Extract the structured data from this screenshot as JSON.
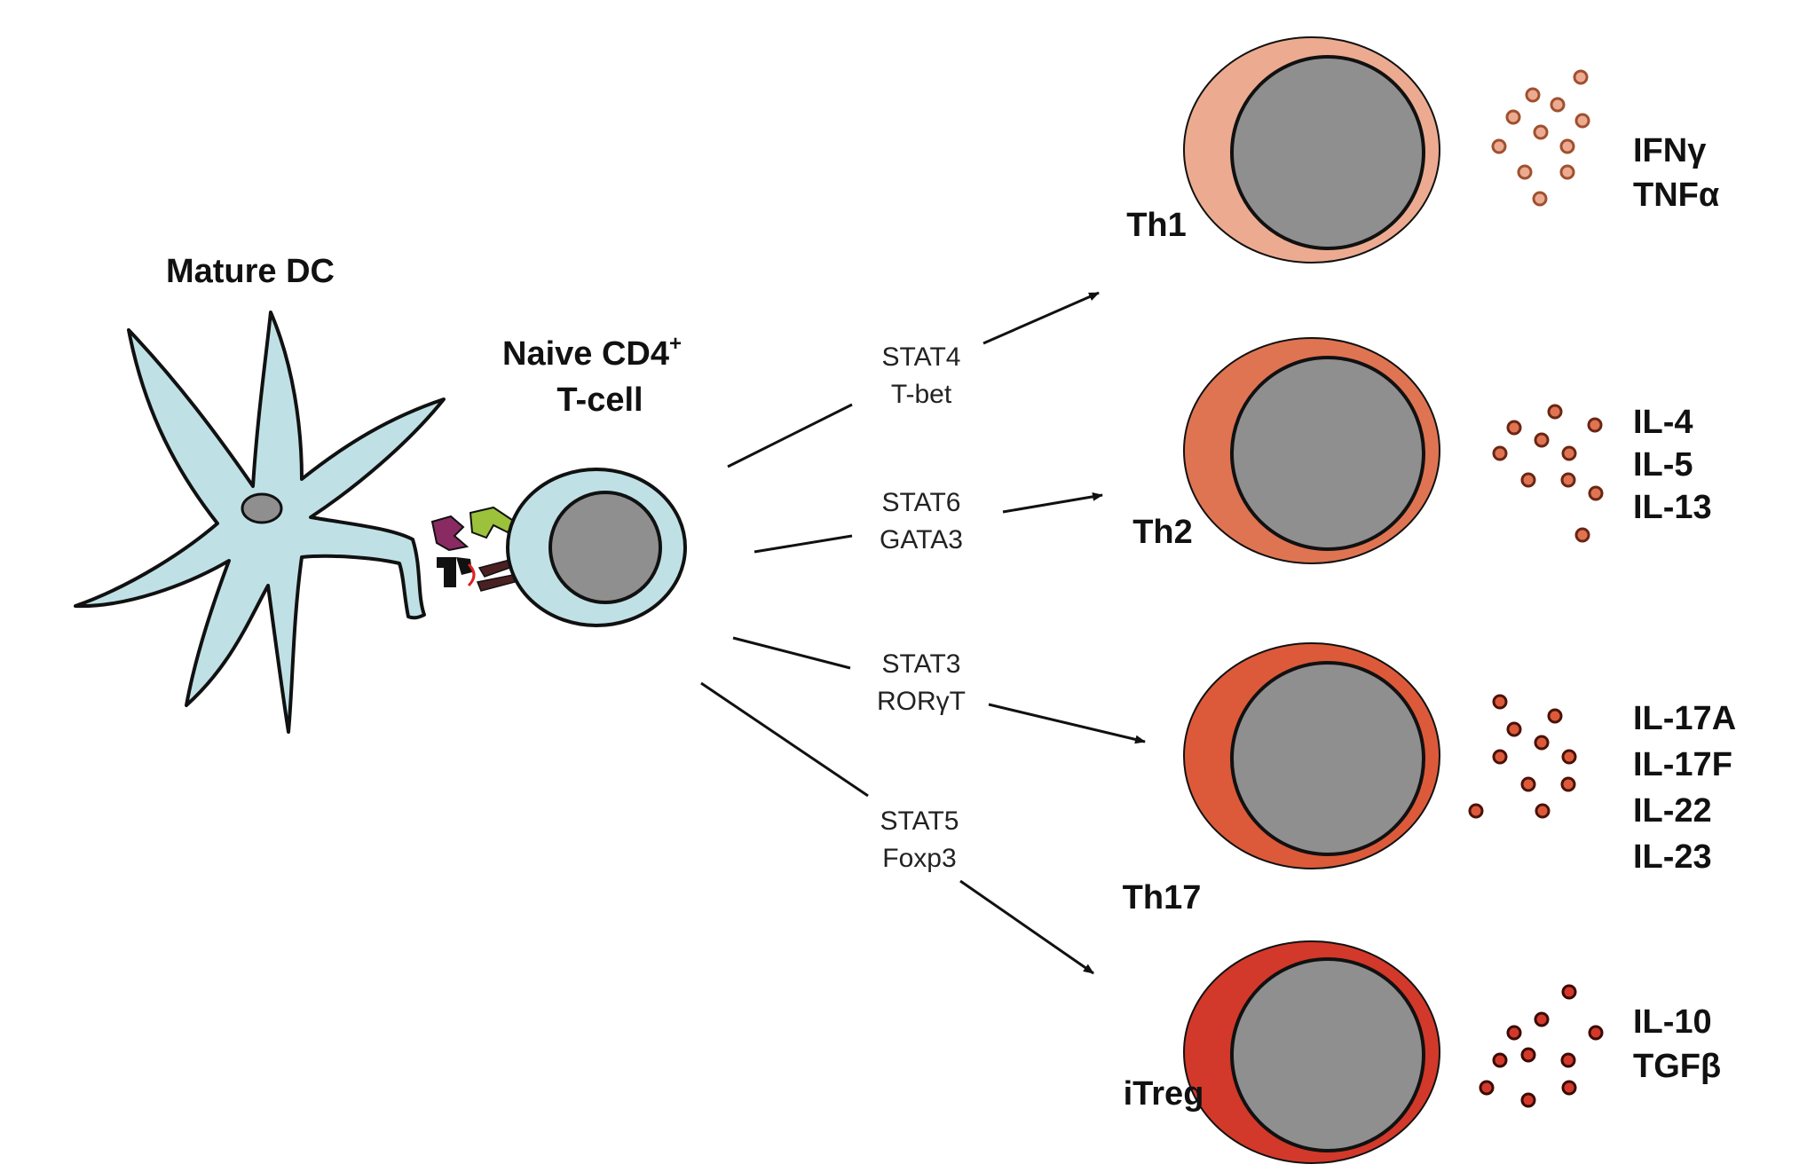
{
  "dendritic_cell": {
    "label": "Mature DC",
    "color": "#bfe1e6"
  },
  "naive_cell": {
    "label_line1": "Naive CD4",
    "label_sup": "+",
    "label_line2": "T-cell",
    "color": "#bfe1e6"
  },
  "colors": {
    "nucleus": "#8f8f8f",
    "outline": "#111111",
    "arrow": "#111111"
  },
  "pathways": [
    {
      "id": "th1",
      "tf1": "STAT4",
      "tf2": "T-bet"
    },
    {
      "id": "th2",
      "tf1": "STAT6",
      "tf2": "GATA3"
    },
    {
      "id": "th17",
      "tf1": "STAT3",
      "tf2": "RORγT"
    },
    {
      "id": "itreg",
      "tf1": "STAT5",
      "tf2": "Foxp3"
    }
  ],
  "subsets": [
    {
      "id": "th1",
      "label": "Th1",
      "color": "#ecab91",
      "cytokines": [
        "IFNγ",
        "TNFα"
      ]
    },
    {
      "id": "th2",
      "label": "Th2",
      "color": "#df7453",
      "cytokines": [
        "IL-4",
        "IL-5",
        "IL-13"
      ]
    },
    {
      "id": "th17",
      "label": "Th17",
      "color": "#dc5a3a",
      "cytokines": [
        "IL-17A",
        "IL-17F",
        "IL-22",
        "IL-23"
      ]
    },
    {
      "id": "itreg",
      "label": "iTreg",
      "color": "#d2392a",
      "cytokines": [
        "IL-10",
        "TGFβ"
      ]
    }
  ]
}
